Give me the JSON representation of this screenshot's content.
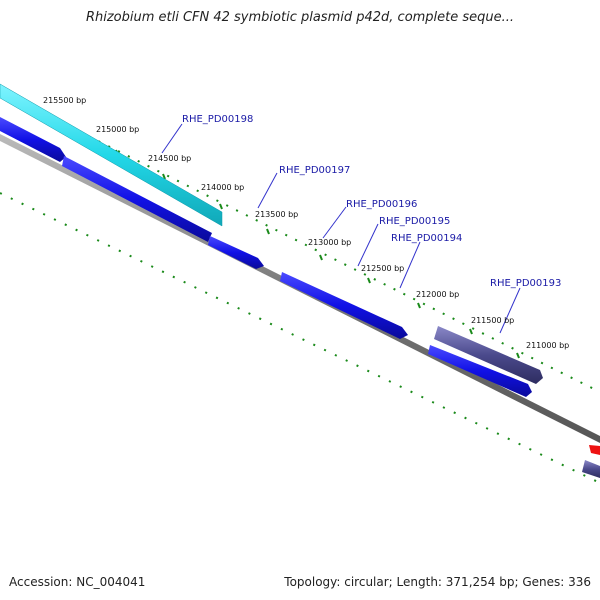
{
  "title": "Rhizobium etli CFN 42 symbiotic plasmid p42d, complete seque...",
  "footer": {
    "accession": "Accession: NC_004041",
    "summary": "Topology: circular; Length: 371,254 bp; Genes: 336"
  },
  "bp_labels": [
    "215500 bp",
    "215000 bp",
    "214500 bp",
    "214000 bp",
    "213500 bp",
    "213000 bp",
    "212500 bp",
    "212000 bp",
    "211500 bp",
    "211000 bp"
  ],
  "gene_labels": [
    "RHE_PD00198",
    "RHE_PD00197",
    "RHE_PD00196",
    "RHE_PD00195",
    "RHE_PD00194",
    "RHE_PD00193"
  ],
  "colors": {
    "backbone": "#7a7a7a",
    "cds_forward": "#1111e6",
    "cds_highlight": "#22d8e8",
    "cds_dark": "#4b4a8c",
    "tick": "#1a8a1a",
    "feature_red": "#ee1111",
    "label_line": "#3333cc"
  }
}
